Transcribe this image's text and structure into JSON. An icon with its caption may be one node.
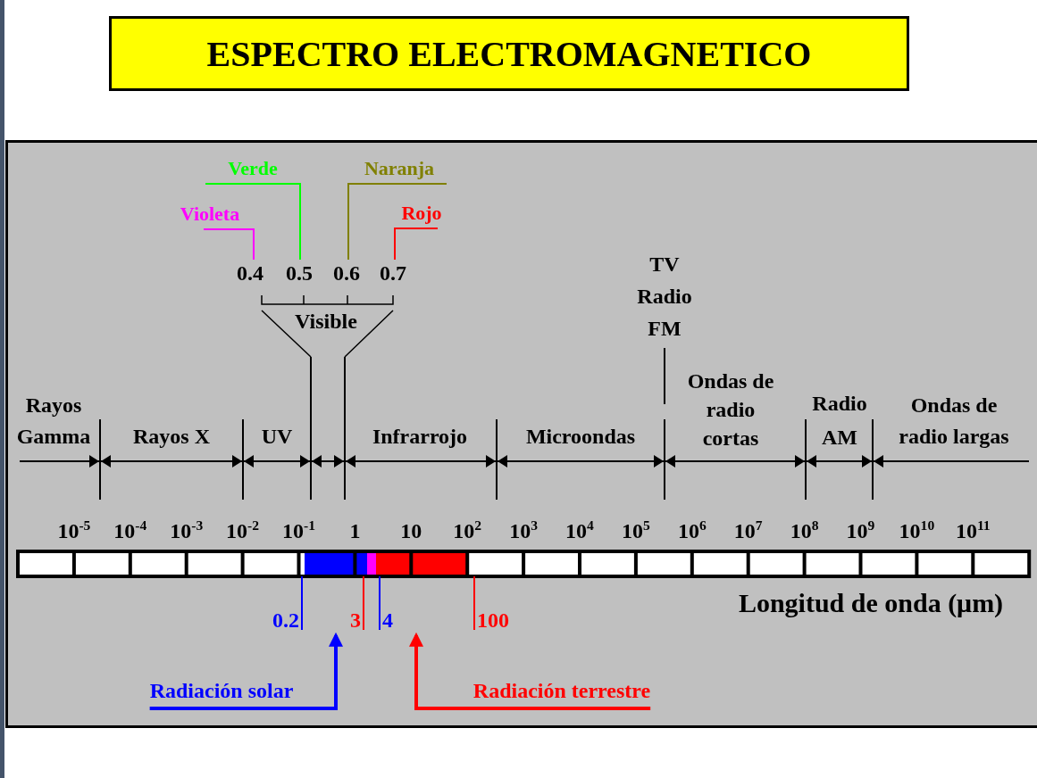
{
  "diagram": {
    "title": "ESPECTRO ELECTROMAGNETICO",
    "nodes": [
      {
        "text": [
          "Violeta"
        ]
      },
      {
        "text": [
          "Verde"
        ]
      },
      {
        "text": [
          "Naranja"
        ]
      },
      {
        "text": [
          "Rojo"
        ]
      },
      {
        "text": [
          "0.4"
        ]
      },
      {
        "text": [
          "0.5"
        ]
      },
      {
        "text": [
          "0.6"
        ]
      },
      {
        "text": [
          "0.7"
        ]
      },
      {
        "text": [
          "0.2"
        ]
      },
      {
        "text": [
          "3"
        ]
      },
      {
        "text": [
          "4"
        ]
      },
      {
        "text": [
          "100"
        ]
      },
      {
        "text": [
          "Radiación solar"
        ]
      },
      {
        "text": [
          "Radiación terrestre"
        ]
      },
      {
        "text": [],
        "shape": "bar",
        "beside": [
          "10$^{-5}$",
          "10$^{-4}$",
          "10$^{-3}$",
          "10$^{-2}$",
          "10$^{-1}$",
          "1",
          "10",
          "10$^{2}$",
          "10$^{3}$",
          "10$^{4}$",
          "10$^{5}$",
          "10$^{6}$",
          "10$^{7}$",
          "10$^{8}$",
          "10$^{9}$",
          "10$^{10}$",
          "10$^{11}$",
          "Longitud de onda (μm)"
        ]
      }
    ],
    "edges": [
      {
        "from": 0,
        "to": 4,
        "arrow": "none",
        "color": "#ff00ff"
      },
      {
        "from": 1,
        "to": 5,
        "arrow": "none",
        "color": "#00ff00"
      },
      {
        "from": 2,
        "to": 6,
        "arrow": "none",
        "color": "#808000"
      },
      {
        "from": 3,
        "to": 7,
        "arrow": "none",
        "color": "#ff0000"
      },
      {
        "from": 8,
        "to": 14,
        "arrow": "none",
        "color": "#0000ff"
      },
      {
        "from": 9,
        "to": 14,
        "arrow": "none",
        "color": "#ff0000"
      },
      {
        "from": 10,
        "to": 14,
        "arrow": "none",
        "color": "#0000ff"
      },
      {
        "from": 11,
        "to": 14,
        "arrow": "none",
        "color": "#ff0000"
      },
      {
        "from": 12,
        "to": 9,
        "arrow": "to",
        "style": "thick",
        "color": "#0000ff"
      },
      {
        "from": 13,
        "to": 10,
        "arrow": "to",
        "style": "thick",
        "color": "#ff0000"
      }
    ],
    "labels": [
      "Visible",
      "TV Radio FM",
      "Rayos Gamma",
      "Rayos X",
      "UV",
      "Infrarrojo",
      "Microondas",
      "Ondas de radio cortas",
      "Radio AM",
      "Ondas de radio largas"
    ]
  }
}
